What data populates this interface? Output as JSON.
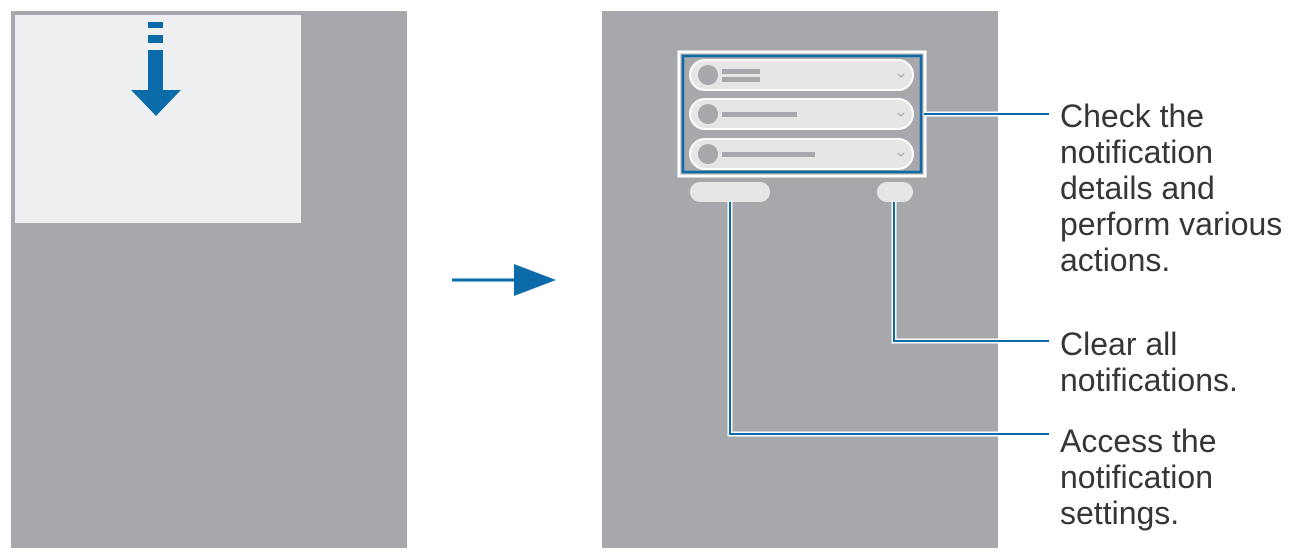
{
  "colors": {
    "phone_bg": "#a7a8ab",
    "top_panel": "#eeeff0",
    "accent_blue": "#0b6ba8",
    "pill": "#e6e6e6",
    "placeholder": "#a7a8ab",
    "text": "#363636"
  },
  "icons": {
    "swipe_down": "arrow-down-icon",
    "transition": "arrow-right-icon",
    "expand": "chevron-down-icon"
  },
  "callouts": {
    "details": {
      "lines": [
        "Check the",
        "notification",
        "details and",
        "perform various",
        "actions."
      ]
    },
    "clear": {
      "lines": [
        "Clear all",
        "notifications."
      ]
    },
    "settings": {
      "lines": [
        "Access the",
        "notification",
        "settings."
      ]
    }
  }
}
